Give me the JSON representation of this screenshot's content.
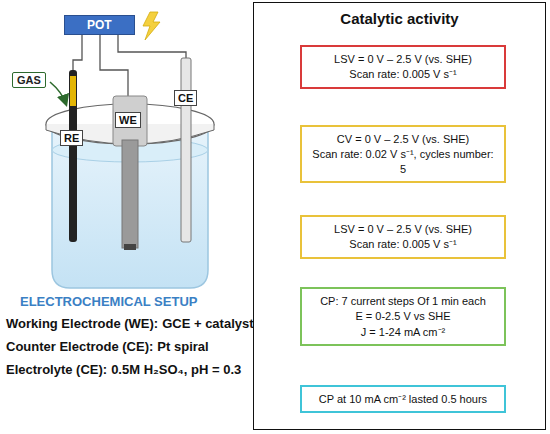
{
  "diagram": {
    "nodes": [
      {
        "text": [
          "Catalytic activity"
        ]
      },
      {
        "text": [
          "LSV = 0 V – 2.5 V (vs. SHE)",
          "Scan rate: 0.005 V s⁻¹"
        ],
        "in": 0
      },
      {
        "text": [
          "CV = 0 V – 2.5 V (vs. SHE)",
          "Scan rate: 0.02 V s⁻¹, cycles number: 5"
        ],
        "in": 0
      },
      {
        "text": [
          "LSV = 0 V – 2.5 V (vs. SHE)",
          "Scan rate: 0.005 V s⁻¹"
        ],
        "in": 0
      },
      {
        "text": [
          "CP: 7 current steps Of 1 min each",
          "E = 0-2.5 V vs SHE",
          "J = 1-24 mA cm⁻²"
        ],
        "in": 0
      },
      {
        "text": [
          "CP at 10 mA cm⁻² lasted 0.5 hours"
        ],
        "in": 0
      }
    ],
    "edges": [
      {
        "from": 1,
        "to": 2,
        "arrow": "to"
      },
      {
        "from": 2,
        "to": 3,
        "arrow": "to"
      },
      {
        "from": 3,
        "to": 4,
        "arrow": "to"
      },
      {
        "from": 4,
        "to": 5,
        "arrow": "to"
      }
    ],
    "labels": [
      "POT",
      "GAS",
      "RE",
      "WE",
      "CE",
      "ELECTROCHEMICAL SETUP",
      "Working Electrode (WE):",
      "GCE + catalyst",
      "Counter Electrode (CE):",
      "Pt spiral",
      "Electrolyte (CE):",
      "0.5M H₂SO₄, pH = 0.3"
    ]
  }
}
